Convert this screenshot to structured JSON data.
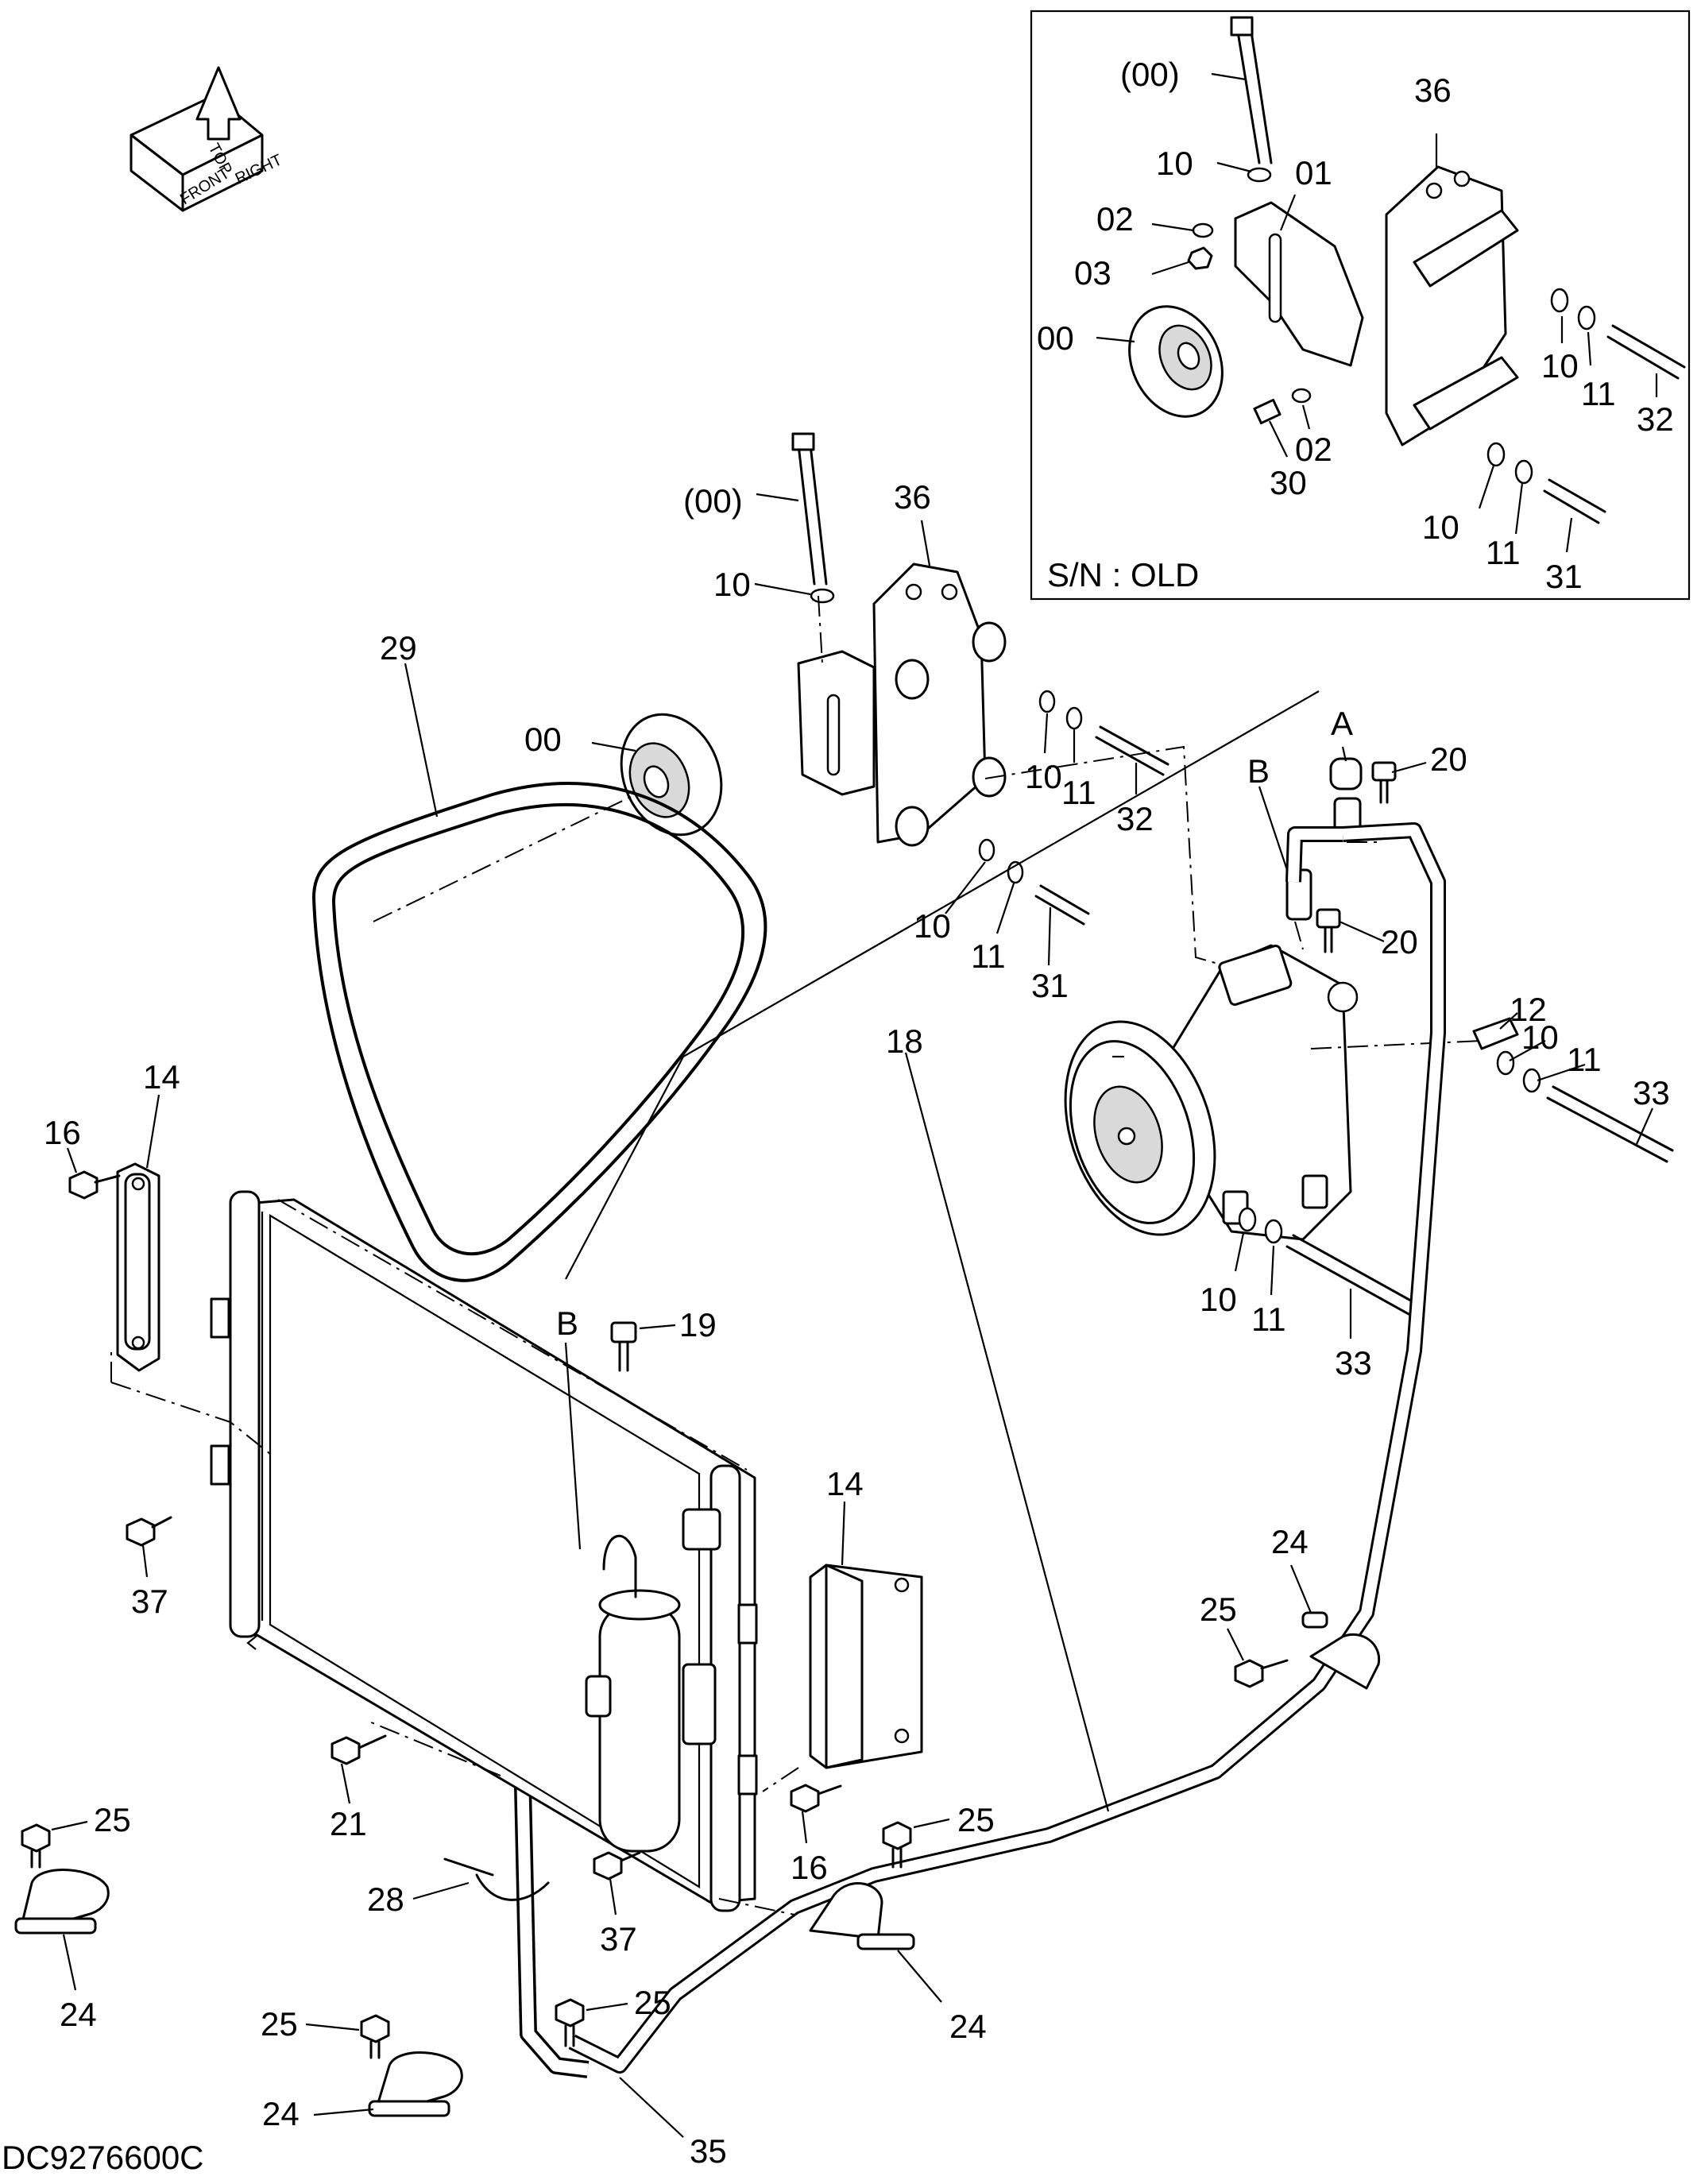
{
  "diagram_code": "DC9276600C",
  "inset": {
    "caption": "S/N : OLD"
  },
  "orientation": {
    "top": "TOP",
    "front": "FRONT",
    "right": "RIGHT"
  },
  "callouts": {
    "c_00_main": "00",
    "c_00p_main": "(00)",
    "c_10_main_top": "10",
    "c_36_main": "36",
    "c_29": "29",
    "c_10_main_a": "10",
    "c_11_main_a": "11",
    "c_32_main": "32",
    "c_10_main_b": "10",
    "c_11_main_b": "11",
    "c_31_main": "31",
    "c_A": "A",
    "c_B_top": "B",
    "c_20_a": "20",
    "c_20_b": "20",
    "c_12": "12",
    "c_10_comp_a": "10",
    "c_11_comp_a": "11",
    "c_33_a": "33",
    "c_10_comp_b": "10",
    "c_11_comp_b": "11",
    "c_33_b": "33",
    "c_18": "18",
    "c_14_left": "14",
    "c_16_left": "16",
    "c_B_bottom": "B",
    "c_19": "19",
    "c_37_left": "37",
    "c_14_right": "14",
    "c_24_right": "24",
    "c_25_right": "25",
    "c_21": "21",
    "c_16_right": "16",
    "c_25_mid": "25",
    "c_25_left": "25",
    "c_24_left": "24",
    "c_28": "28",
    "c_37_bottom": "37",
    "c_24_mid": "24",
    "c_25_lower": "25",
    "c_25_bottom": "25",
    "c_24_bottom": "24",
    "c_35": "35",
    "i_00p": "(00)",
    "i_36": "36",
    "i_10_top": "10",
    "i_01": "01",
    "i_02_top": "02",
    "i_03": "03",
    "i_00": "00",
    "i_10_a": "10",
    "i_11_a": "11",
    "i_32": "32",
    "i_02_bottom": "02",
    "i_30": "30",
    "i_10_b": "10",
    "i_11_b": "11",
    "i_31": "31"
  }
}
